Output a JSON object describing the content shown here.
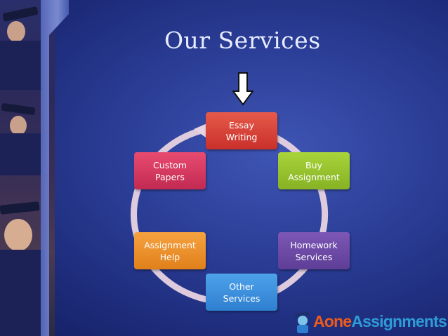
{
  "slide": {
    "title": "Our Services"
  },
  "cycle": {
    "items": [
      {
        "label": "Essay\nWriting",
        "color": "#d73d33"
      },
      {
        "label": "Buy\nAssignment",
        "color": "#97c22e"
      },
      {
        "label": "Homework\nServices",
        "color": "#6c4aa6"
      },
      {
        "label": "Other\nServices",
        "color": "#3d90de"
      },
      {
        "label": "Assignment\nHelp",
        "color": "#ec902c"
      },
      {
        "label": "Custom\nPapers",
        "color": "#d63a61"
      }
    ],
    "ring_color": "#e8d3e2",
    "pointer_icon": "down-arrow-icon"
  },
  "logo": {
    "part1": "Aone",
    "part2": "Assignments",
    "icon": "graduate-mascot-icon",
    "color1": "#f05a1a",
    "color2": "#2f9bd6"
  }
}
